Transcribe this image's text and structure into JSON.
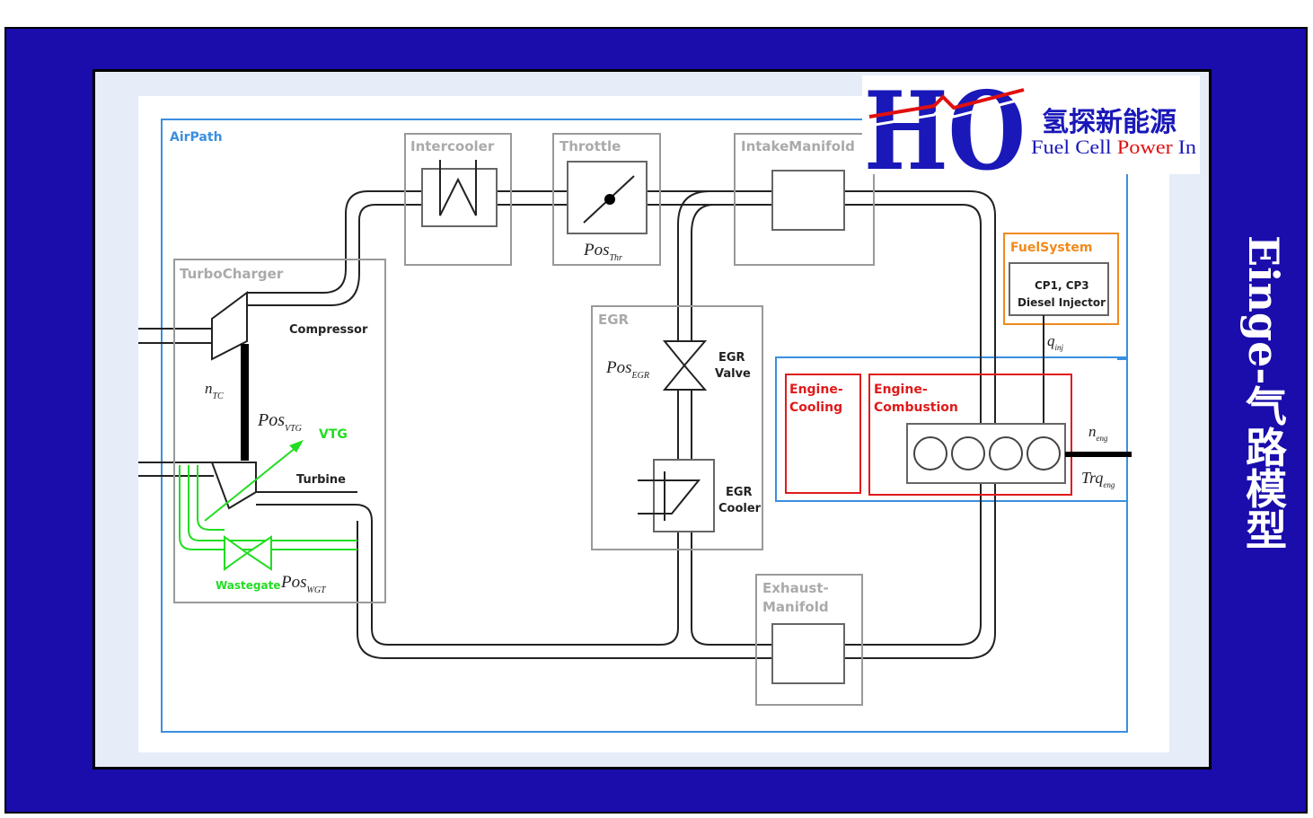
{
  "slide": {
    "side_title": "Einge-气路模型"
  },
  "logo": {
    "mark_text": "HO",
    "chinese": "氢探新能源",
    "english_1": "Fuel Cell ",
    "english_2": "Power",
    "english_3": " In"
  },
  "diagram": {
    "airpath": "AirPath",
    "turbocharger": "TurboCharger",
    "compressor": "Compressor",
    "turbine": "Turbine",
    "n_tc": "n",
    "n_tc_sub": "TC",
    "pos_vtg": "Pos",
    "pos_vtg_sub": "VTG",
    "vtg": "VTG",
    "wastegate": "Wastegate",
    "pos_wgt": "Pos",
    "pos_wgt_sub": "WGT",
    "intercooler": "Intercooler",
    "throttle": "Throttle",
    "pos_thr": "Pos",
    "pos_thr_sub": "Thr",
    "intake_manifold": "IntakeManifold",
    "egr": "EGR",
    "pos_egr": "Pos",
    "pos_egr_sub": "EGR",
    "egr_valve_1": "EGR",
    "egr_valve_2": "Valve",
    "egr_cooler_1": "EGR",
    "egr_cooler_2": "Cooler",
    "fuel_system": "FuelSystem",
    "injector_1": "CP1, CP3",
    "injector_2": "Diesel Injector",
    "q_inj": "q",
    "q_inj_sub": "inj",
    "engine_cooling_1": "Engine-",
    "engine_cooling_2": "Cooling",
    "engine_combustion_1": "Engine-",
    "engine_combustion_2": "Combustion",
    "n_eng": "n",
    "n_eng_sub": "eng",
    "trq_eng": "Trq",
    "trq_eng_sub": "eng",
    "exhaust_manifold_1": "Exhaust-",
    "exhaust_manifold_2": "Manifold"
  },
  "colors": {
    "background": "#1a0dab",
    "airpath_border": "#3a8fe0",
    "fuel_border": "#f08a1c",
    "engine_border": "#e01a1a",
    "wastegate_green": "#22dd22",
    "logo_blue": "#1a18b8",
    "logo_red": "#e01010"
  }
}
